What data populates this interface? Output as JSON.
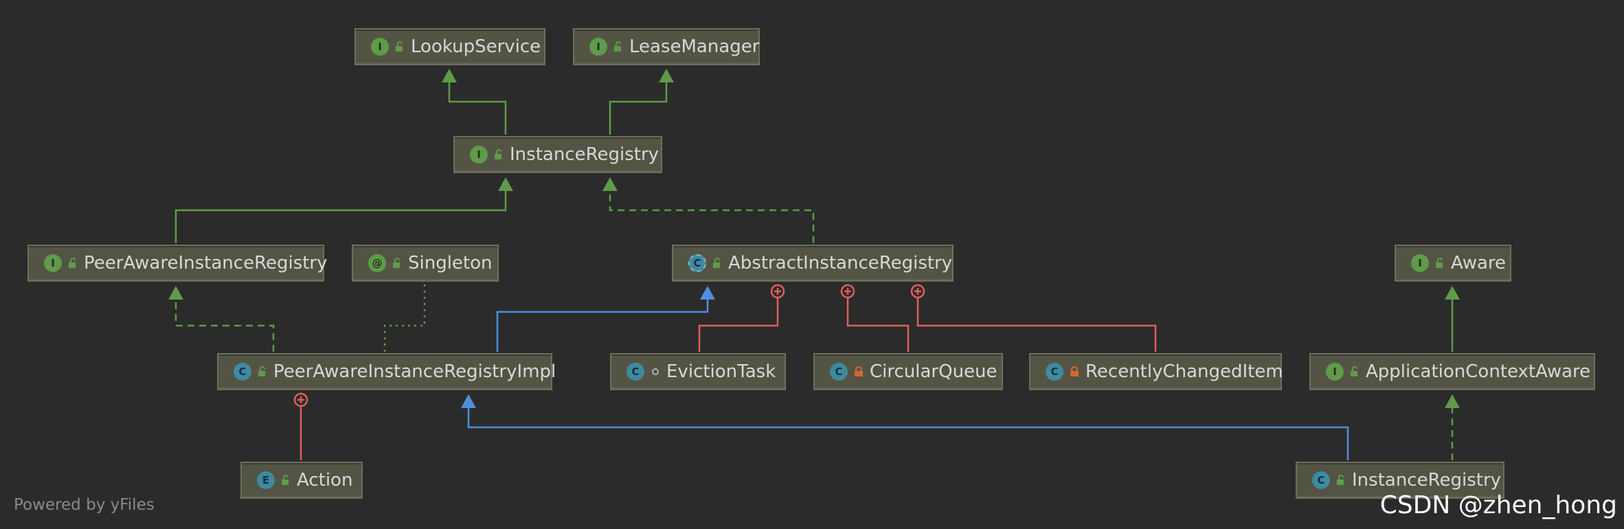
{
  "nodes": {
    "lookup_service": {
      "label": "LookupService",
      "kind": "interface"
    },
    "lease_manager": {
      "label": "LeaseManager",
      "kind": "interface"
    },
    "instance_registry_iface": {
      "label": "InstanceRegistry",
      "kind": "interface"
    },
    "peer_aware_instance_registry": {
      "label": "PeerAwareInstanceRegistry",
      "kind": "interface"
    },
    "singleton": {
      "label": "Singleton",
      "kind": "annotation"
    },
    "abstract_instance_registry": {
      "label": "AbstractInstanceRegistry",
      "kind": "abstract-class"
    },
    "aware": {
      "label": "Aware",
      "kind": "interface"
    },
    "peer_aware_instance_registry_impl": {
      "label": "PeerAwareInstanceRegistryImpl",
      "kind": "class"
    },
    "eviction_task": {
      "label": "EvictionTask",
      "kind": "class"
    },
    "circular_queue": {
      "label": "CircularQueue",
      "kind": "class"
    },
    "recently_changed_item": {
      "label": "RecentlyChangedItem",
      "kind": "class"
    },
    "application_context_aware": {
      "label": "ApplicationContextAware",
      "kind": "interface"
    },
    "action": {
      "label": "Action",
      "kind": "enum"
    },
    "instance_registry_class": {
      "label": "InstanceRegistry",
      "kind": "class"
    }
  },
  "badges": {
    "interface": "I",
    "class": "C",
    "enum": "E",
    "annotation": "@",
    "abstract": "C"
  },
  "colors": {
    "background": "#2b2b2b",
    "extends_interface": "#5f9b4a",
    "extends_class": "#4f8fe0",
    "inner_class": "#e0605a",
    "annotation_link": "#5f9b4a"
  },
  "footer": "Powered by yFiles",
  "watermark": "CSDN @zhen_hong"
}
